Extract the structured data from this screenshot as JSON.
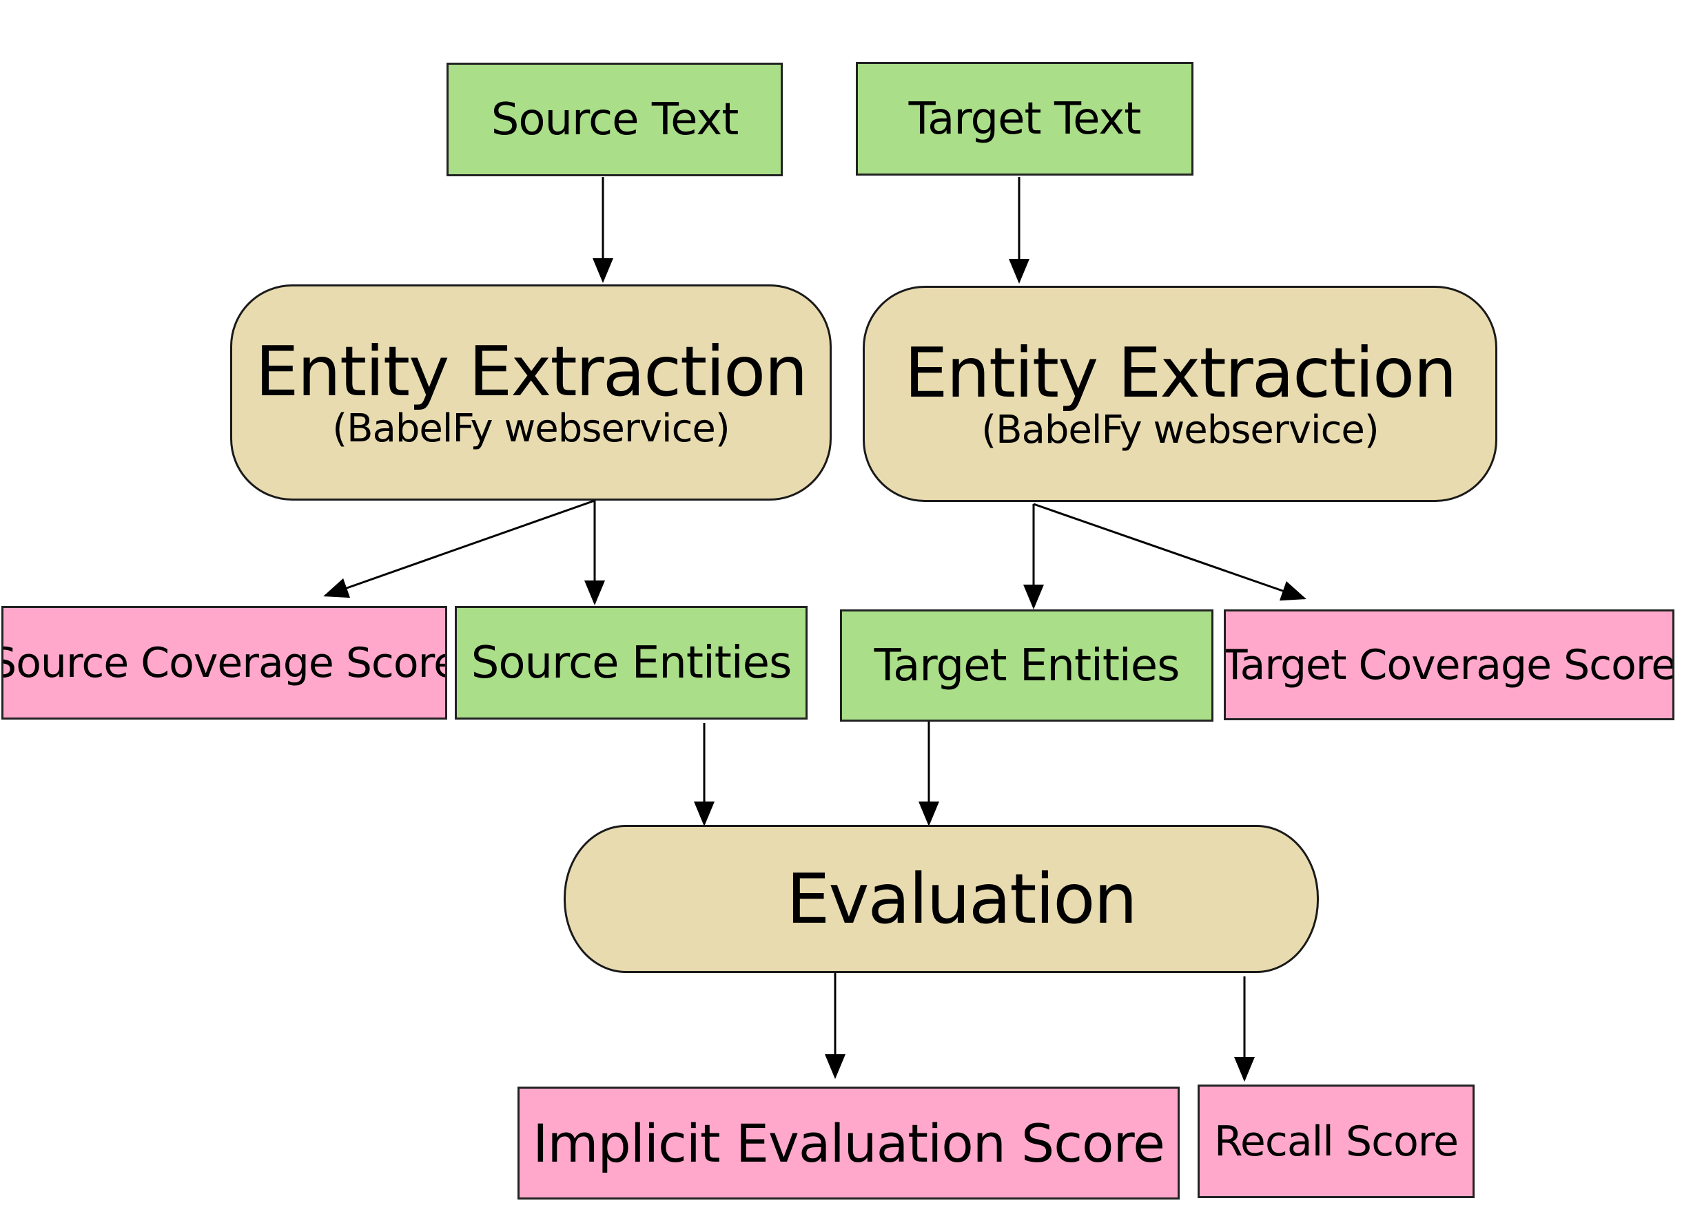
{
  "nodes": {
    "source_text": "Source Text",
    "target_text": "Target Text",
    "source_extraction": {
      "title": "Entity Extraction",
      "subtitle": "(BabelFy webservice)"
    },
    "target_extraction": {
      "title": "Entity Extraction",
      "subtitle": "(BabelFy webservice)"
    },
    "source_coverage_score": "Source Coverage Score",
    "source_entities": "Source Entities",
    "target_entities": "Target Entities",
    "target_coverage_score": "Target Coverage Score",
    "evaluation": "Evaluation",
    "implicit_evaluation_score": "Implicit Evaluation Score",
    "recall_score": "Recall Score"
  },
  "colors": {
    "data_box": "#aade88",
    "score_box": "#ffa8cb",
    "process_box": "#e8dbaf",
    "line": "#000000"
  }
}
